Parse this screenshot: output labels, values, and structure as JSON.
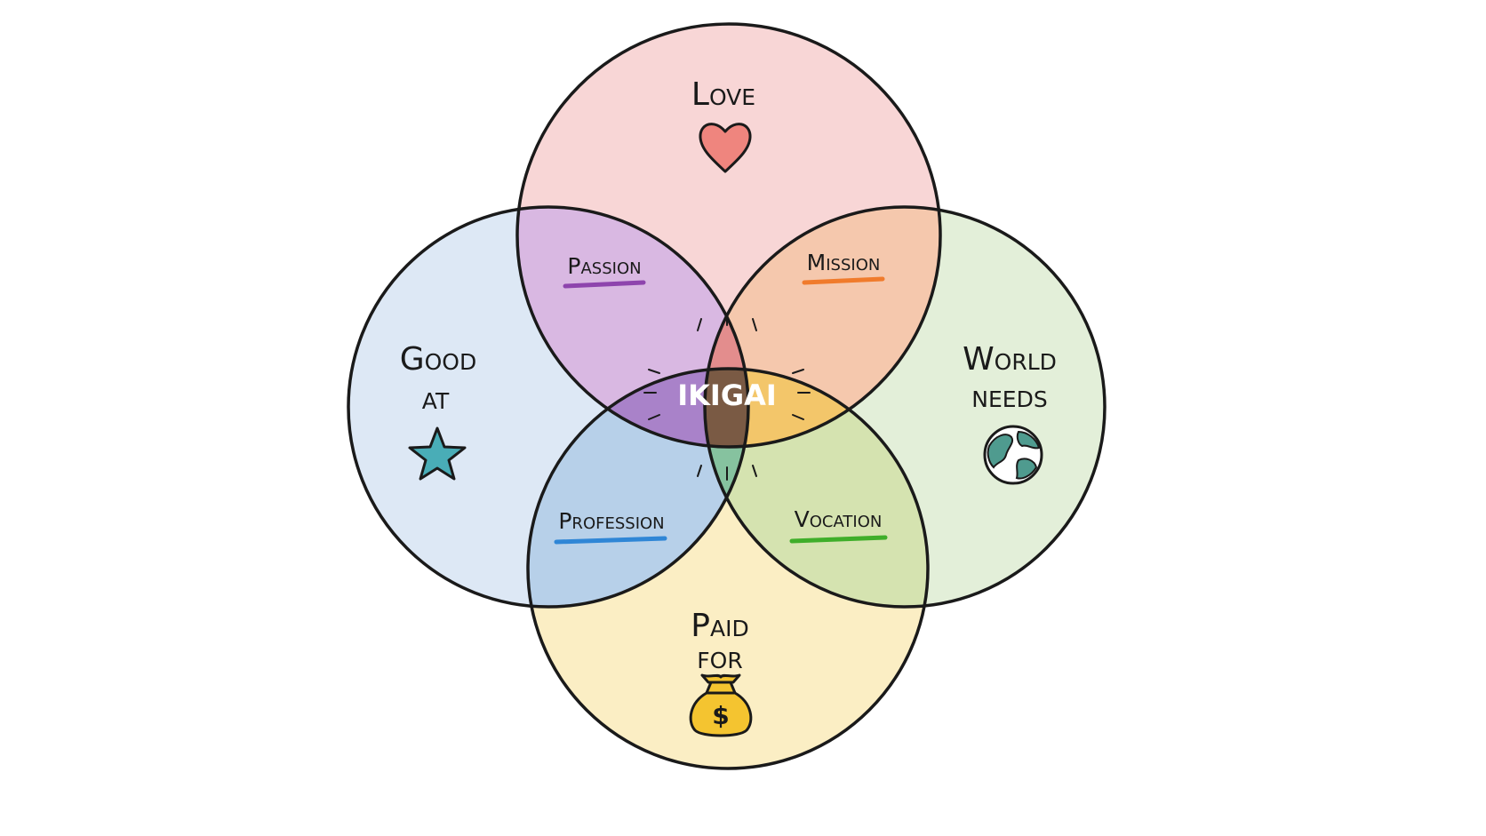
{
  "diagram": {
    "circles": {
      "love": {
        "label": "Love",
        "color": "#f8d6d6",
        "icon": "heart-icon"
      },
      "good_at": {
        "label_line1": "Good",
        "label_line2": "at",
        "color": "#dde8f5",
        "icon": "star-icon"
      },
      "world_needs": {
        "label_line1": "World",
        "label_line2": "needs",
        "color": "#e3efd9",
        "icon": "globe-icon"
      },
      "paid_for": {
        "label_line1": "Paid",
        "label_line2": "for",
        "color": "#fbeec4",
        "icon": "money-bag-icon"
      }
    },
    "overlaps": {
      "passion": {
        "label": "Passion",
        "color": "#d9b8e2",
        "underline": "#8e44ad"
      },
      "mission": {
        "label": "Mission",
        "color": "#f5c8ad",
        "underline": "#f07b2c"
      },
      "profession": {
        "label": "Profession",
        "color": "#b7d0e9",
        "underline": "#2f86d6"
      },
      "vocation": {
        "label": "Vocation",
        "color": "#d5e3b0",
        "underline": "#3fae2a"
      }
    },
    "center": {
      "label": "IKIGAI",
      "color": "#7a5a44"
    },
    "colors": {
      "top_tri": "#e38d8d",
      "left_tri": "#a982c9",
      "right_tri": "#f3c66a",
      "bottom_tri": "#86c29f",
      "outline": "#1a1a1a"
    }
  }
}
